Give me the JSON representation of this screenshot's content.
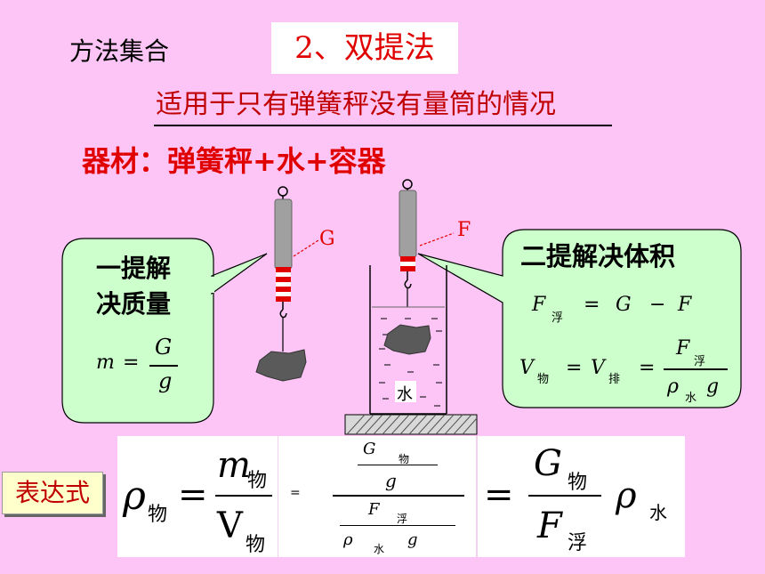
{
  "header": {
    "method_label": "方法集合",
    "title": "2、双提法",
    "subtitle": "适用于只有弹簧秤没有量筒的情况",
    "equipment": "器材：弹簧秤+水+容器"
  },
  "figure": {
    "label_g": "G",
    "label_f": "F",
    "water_label": "水"
  },
  "left_bubble": {
    "line1": "一提解",
    "line2": "决质量",
    "formula": {
      "lhs": "m",
      "eq": "=",
      "num": "G",
      "den": "g"
    }
  },
  "right_bubble": {
    "title": "二提解决体积",
    "formula1": {
      "F": "F",
      "sub_fu": "浮",
      "eq": "=",
      "G": "G",
      "minus": "−",
      "F2": "F"
    },
    "formula2": {
      "V": "V",
      "sub_wu": "物",
      "eq": "=",
      "V2": "V",
      "sub_pai": "排",
      "eq2": "=",
      "num_F": "F",
      "num_sub": "浮",
      "den_rho": "ρ",
      "den_sub": "水",
      "den_g": "g"
    }
  },
  "expression": {
    "label": "表达式",
    "rho": "ρ",
    "sub_wu": "物",
    "eq": "=",
    "m": "m",
    "m_sub": "物",
    "V": "V",
    "V_sub": "物",
    "small_eq": "=",
    "cf_G": "G",
    "cf_G_sub": "物",
    "cf_g": "g",
    "cf_F": "F",
    "cf_F_sub": "浮",
    "cf_rho": "ρ",
    "cf_rho_sub": "水",
    "cf_g2": "g",
    "eq2": "=",
    "res_G": "G",
    "res_G_sub": "物",
    "res_F": "F",
    "res_F_sub": "浮",
    "res_rho": "ρ",
    "res_rho_sub": "水"
  },
  "colors": {
    "background": "#fcc5f6",
    "bubble": "#ccffcc",
    "accent_red": "#e00000",
    "spring_gray": "#a0a0a0"
  }
}
